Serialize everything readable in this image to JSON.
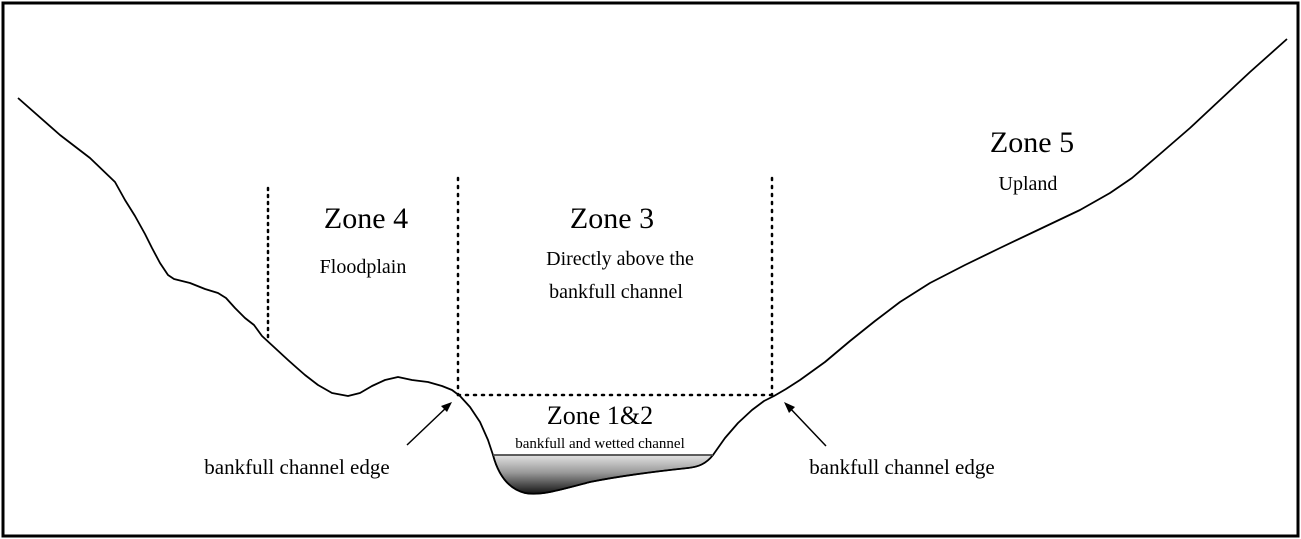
{
  "diagram": {
    "zones": {
      "zone4": {
        "title": "Zone 4",
        "subtitle": "Floodplain"
      },
      "zone3": {
        "title": "Zone 3",
        "subtitle_line1": "Directly above the",
        "subtitle_line2": "bankfull channel"
      },
      "zone5": {
        "title": "Zone 5",
        "subtitle": "Upland"
      },
      "zone12": {
        "title": "Zone 1&2",
        "subtitle": "bankfull and wetted channel"
      }
    },
    "labels": {
      "left_edge": "bankfull channel edge",
      "right_edge": "bankfull channel edge"
    },
    "colors": {
      "line": "#000000",
      "water_top": "#dcdcdc",
      "water_bottom": "#1a1a1a",
      "background": "#ffffff"
    }
  }
}
